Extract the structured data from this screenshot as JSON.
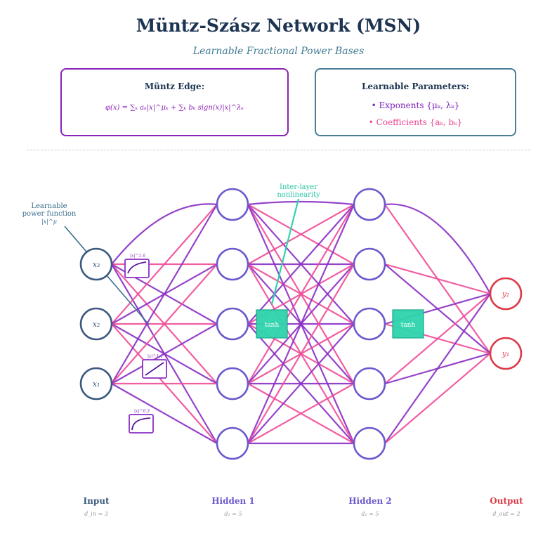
{
  "title": "Müntz-Szász Network (MSN)",
  "subtitle": "Learnable Fractional Power Bases",
  "edge_box": {
    "title": "Müntz Edge:",
    "formula": "φ(x) = ∑ₖ aₖ|x|^μₖ + ∑ₖ bₖ sign(x)|x|^λₖ"
  },
  "params_box": {
    "title": "Learnable Parameters:",
    "items": [
      "• Exponents {μₖ, λₖ}",
      "• Coefficients {aₖ, bₖ}"
    ]
  },
  "annotations": {
    "power_function": [
      "Learnable",
      "power function",
      "|x|^μ"
    ],
    "nonlinearity": [
      "Inter-layer",
      "nonlinearity"
    ]
  },
  "activation_label": "tanh",
  "input_nodes": [
    "x₃",
    "x₂",
    "x₁"
  ],
  "output_nodes": [
    "y₂",
    "y₁"
  ],
  "layers": [
    {
      "name": "Input",
      "dim": "d_in = 3",
      "color": "#3c5a7f"
    },
    {
      "name": "Hidden 1",
      "dim": "d₁ = 5",
      "color": "#6a5acd"
    },
    {
      "name": "Hidden 2",
      "dim": "d₂ = 5",
      "color": "#6a5acd"
    },
    {
      "name": "Output",
      "dim": "d_out = 2",
      "color": "#dc3a48"
    }
  ],
  "edge_glyphs": [
    "|x|^1.6",
    "|x|^1.1",
    "|x|^0.3"
  ],
  "colors": {
    "purple": "#8a2fc4",
    "pink": "#f04d98",
    "teal": "#2dd4ac",
    "input": "#3c5a7f",
    "hidden": "#6a5acd",
    "output": "#dc3a48"
  }
}
